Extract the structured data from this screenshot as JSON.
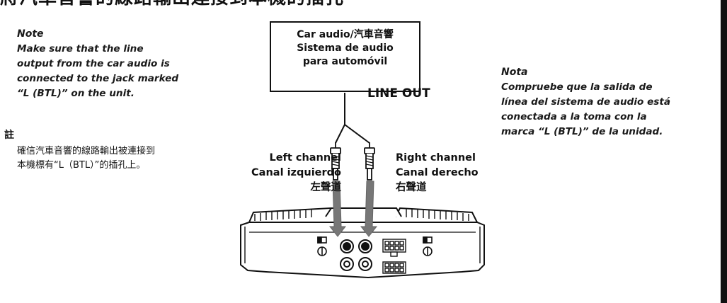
{
  "heading": {
    "text": "將汽車音響的線路輸出連接到本機的插孔"
  },
  "note_en": {
    "title": "Note",
    "lines": [
      "Make sure that the line",
      "output from the car audio is",
      "connected to the jack marked",
      "“L (BTL)” on the unit."
    ]
  },
  "note_zh": {
    "title": "註",
    "lines": [
      "確信汽車音響的線路輸出被連接到",
      "本機標有“L（BTL）”的插孔上。"
    ]
  },
  "note_es": {
    "title": "Nota",
    "lines": [
      "Compruebe que la salida de",
      "línea del sistema de audio está",
      "conectada a la toma con la",
      "marca “L (BTL)” de la unidad."
    ]
  },
  "diagram": {
    "box_lines": [
      "Car audio/汽車音響",
      "Sistema de audio",
      "para automóvil"
    ],
    "line_out": "LINE OUT",
    "left_channel": [
      "Left channel",
      "Canal izquierdo",
      "左聲道"
    ],
    "right_channel": [
      "Right channel",
      "Canal derecho",
      "右聲道"
    ]
  }
}
